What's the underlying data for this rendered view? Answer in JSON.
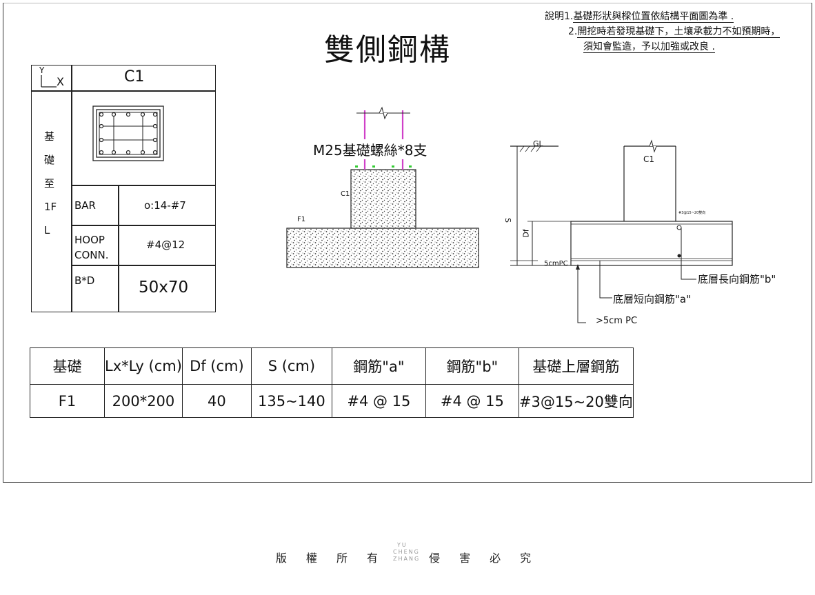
{
  "title": "雙側鋼構",
  "notes": {
    "label": "說明",
    "line1_num": "1.",
    "line1": "基礎形狀與樑位置依結構平面圖為準 .",
    "line2_num": "2.",
    "line2a": "開挖時若發現基礎下，土壤承載力不如預期時，",
    "line2b": "須知會監造，予以加強或改良 ."
  },
  "column_table": {
    "axis_y": "Y",
    "axis_x": "X",
    "column": "C1",
    "vertical_label": "基礎至1FL",
    "bar_label": "BAR",
    "bar_value": "o:14-#7",
    "hoop_label": "HOOP",
    "conn_label": "CONN.",
    "hoop_value": "#4@12",
    "bd_label": "B*D",
    "bd_value": "50x70"
  },
  "section": {
    "bolt_label": "M25基礎螺絲*8支",
    "c1_label": "C1",
    "f1_label": "F1"
  },
  "detail": {
    "gl": "GL",
    "c1": "C1",
    "s": "S",
    "df": "Df",
    "pc": "5cmPC",
    "top_bar": "#3@15~20雙向",
    "bottom_long": "底層長向鋼筋\"b\"",
    "bottom_short": "底層短向鋼筋\"a\"",
    "pc_note": ">5cm PC"
  },
  "footing_table": {
    "headers": [
      "基礎",
      "Lx*Ly (cm)",
      "Df (cm)",
      "S (cm)",
      "鋼筋\"a\"",
      "鋼筋\"b\"",
      "基礎上層鋼筋"
    ],
    "row": [
      "F1",
      "200*200",
      "40",
      "135~140",
      "#4 @ 15",
      "#4 @ 15",
      "#3@15~20雙向"
    ]
  },
  "footer": {
    "text": [
      "版",
      "權",
      "所",
      "有",
      "侵",
      "害",
      "必",
      "究"
    ],
    "logo": [
      "YU",
      "CHENG",
      "ZHANG"
    ]
  }
}
